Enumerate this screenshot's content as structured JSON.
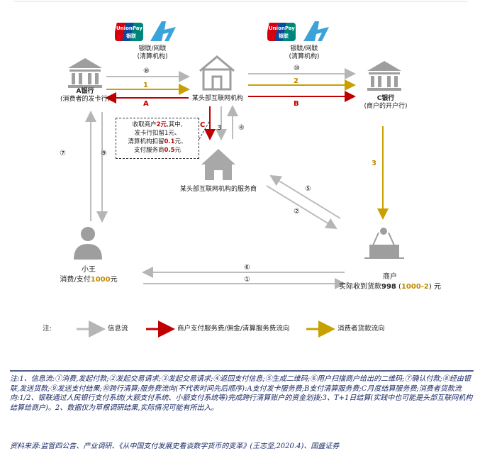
{
  "nodes": {
    "unionpay_left": {
      "line1": "银联/网联",
      "line2": "(清算机构)"
    },
    "unionpay_right": {
      "line1": "银联/网联",
      "line2": "(清算机构)"
    },
    "bank_a": {
      "line1": "A银行",
      "line2": "(消费者的发卡行)"
    },
    "bank_c": {
      "line1": "C银行",
      "line2": "(商户的开户行)"
    },
    "head_institution": {
      "label": "某头部互联网机构"
    },
    "service_provider": {
      "label": "某头部互联网机构的服务商"
    },
    "consumer": {
      "name": "小王",
      "pay_prefix": "消费/支付",
      "pay_amount": "1000",
      "pay_suffix": "元"
    },
    "merchant": {
      "name": "商户",
      "recv_prefix": "实际收到货款",
      "recv_amount": "998",
      "recv_mid": "(",
      "recv_calc": "1000-2",
      "recv_suffix": ") 元"
    }
  },
  "logo_text": {
    "unionpay": "UnionPay",
    "unionpay_cn": "银联"
  },
  "fee_box": {
    "l1a": "收取商户",
    "l1b": "2元",
    "l1c": ",其中,",
    "l2": "发卡行扣留1元、",
    "l3a": "清算机构扣留",
    "l3b": "0.1",
    "l3c": "元、",
    "l4a": "支付服务商",
    "l4b": "0.5",
    "l4c": "元"
  },
  "flow_labels": {
    "n1_a": "1",
    "n1_b": "2",
    "n1_bottom": "①",
    "n8": "⑧",
    "n10": "⑩",
    "A": "A",
    "B": "B",
    "C": "C",
    "n3_mid": "3",
    "n4": "④",
    "n3_gold": "3",
    "n5": "⑤",
    "n2": "②",
    "n6": "⑥",
    "n7": "⑦",
    "n9": "⑨"
  },
  "legend": {
    "title": "注:",
    "info": "信息流",
    "fee": "商户支付服务费/佣金/清算服务费流向",
    "payment": "消费者货款流向"
  },
  "footnote": "注:1、信息流:①消费,发起付款;②发起交易请求;③发起交易请求;④返回支付信息;⑤生成二维码;⑥用户扫描商户给出的二维码;⑦确认付款;⑧经由银联,发送货款;⑨发送支付结果;⑩跨行清算;服务费流向(不代表时间先后顺序):A支付发卡服务费;B支付清算服务费;C月度结算服务费;消费者货款流向:1/2、银联通过人民银行支付系统(大额支付系统、小额支付系统等)完成跨行清算账户的资金划拨;3、T+1日结算(实践中也可能是头部互联网机构结算给商户)。2、数据仅为草根调研结果,实际情况可能有所出入。",
  "source": "资料来源:监管四公告、产业调研、《从中国支付发展史看谈数字货币的变革》(王志坚,2020.4)、国盛证券",
  "colors": {
    "info": "#bdbdbd",
    "fee": "#c00000",
    "payment": "#c8a000"
  }
}
